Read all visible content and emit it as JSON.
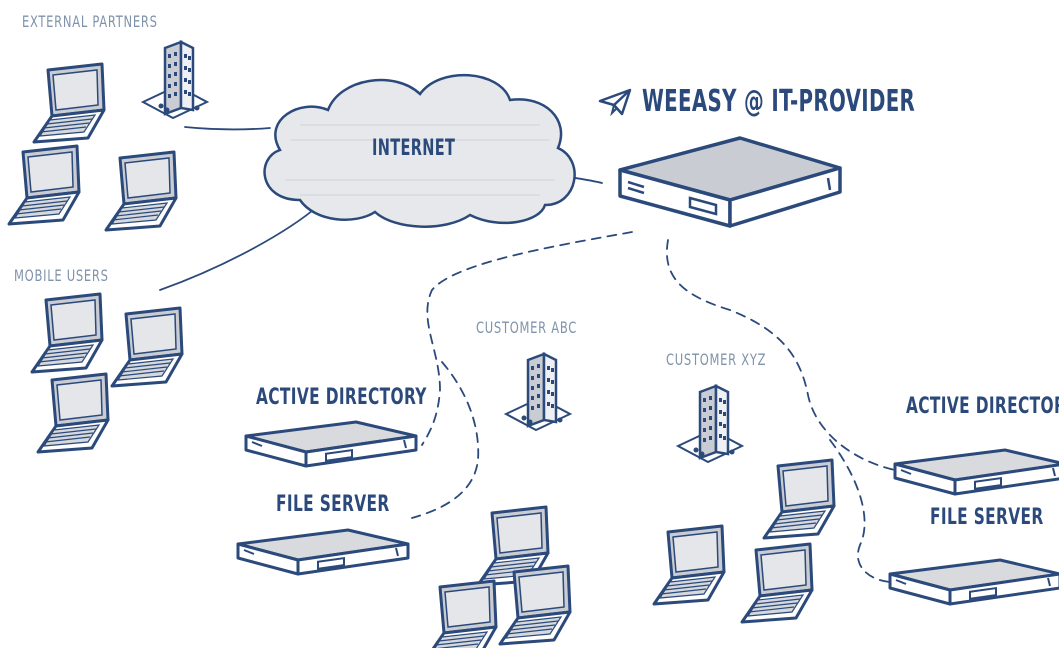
{
  "labels": {
    "external_partners": "External Partners",
    "mobile_users": "Mobile Users",
    "internet": "Internet",
    "provider": "WEEASY @ IT-PROVIDER",
    "customer_abc": "Customer ABC",
    "customer_xyz": "Customer XYZ",
    "ad_left": "Active Directory",
    "fs_left": "File Server",
    "ad_right": "Active Directory",
    "fs_right": "File Server"
  },
  "icons": {
    "provider_icon": "paper-plane-icon",
    "laptop": "laptop-icon",
    "building": "building-icon",
    "server": "server-icon",
    "cloud": "cloud-icon"
  },
  "colors": {
    "ink": "#2b4a7b",
    "light_ink": "#7f93ab",
    "fill": "#c9ccd2"
  }
}
